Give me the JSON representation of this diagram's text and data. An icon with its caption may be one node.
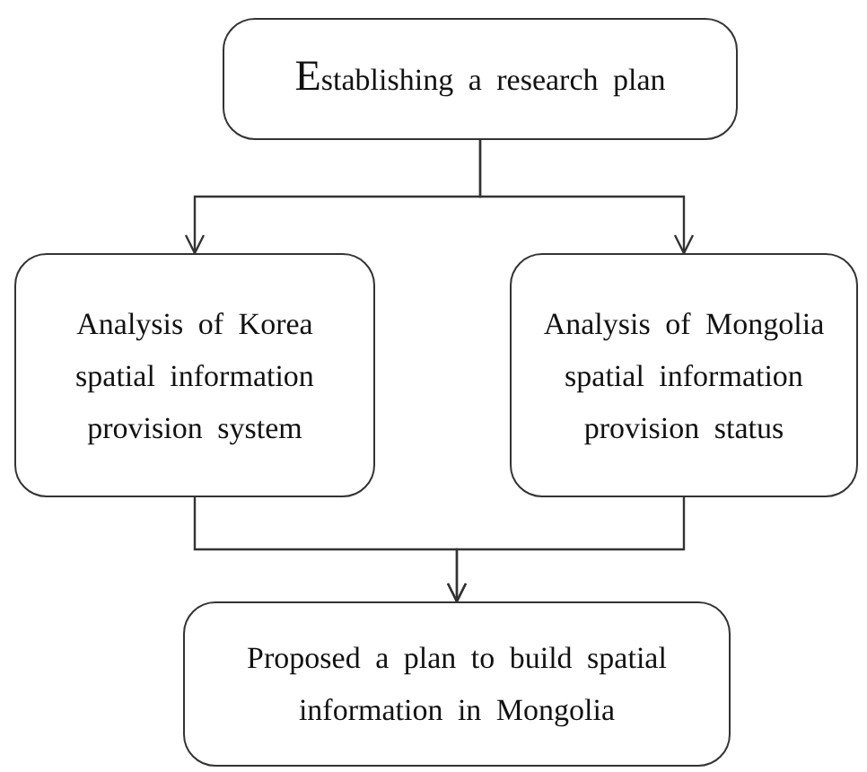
{
  "diagram": {
    "nodes": [
      {
        "text": [
          "Establishing a research plan"
        ]
      },
      {
        "text": [
          "Analysis of Korea spatial information provision system"
        ]
      },
      {
        "text": [
          "Analysis of Mongolia spatial information provision status"
        ]
      },
      {
        "text": [
          "Proposed a plan to build spatial information in Mongolia"
        ]
      }
    ],
    "edges": [
      {
        "from": 0,
        "to": 1,
        "arrow": "to"
      },
      {
        "from": 0,
        "to": 2,
        "arrow": "to"
      },
      {
        "from": 1,
        "to": 3,
        "arrow": "to"
      },
      {
        "from": 2,
        "to": 3,
        "arrow": "to"
      }
    ]
  }
}
